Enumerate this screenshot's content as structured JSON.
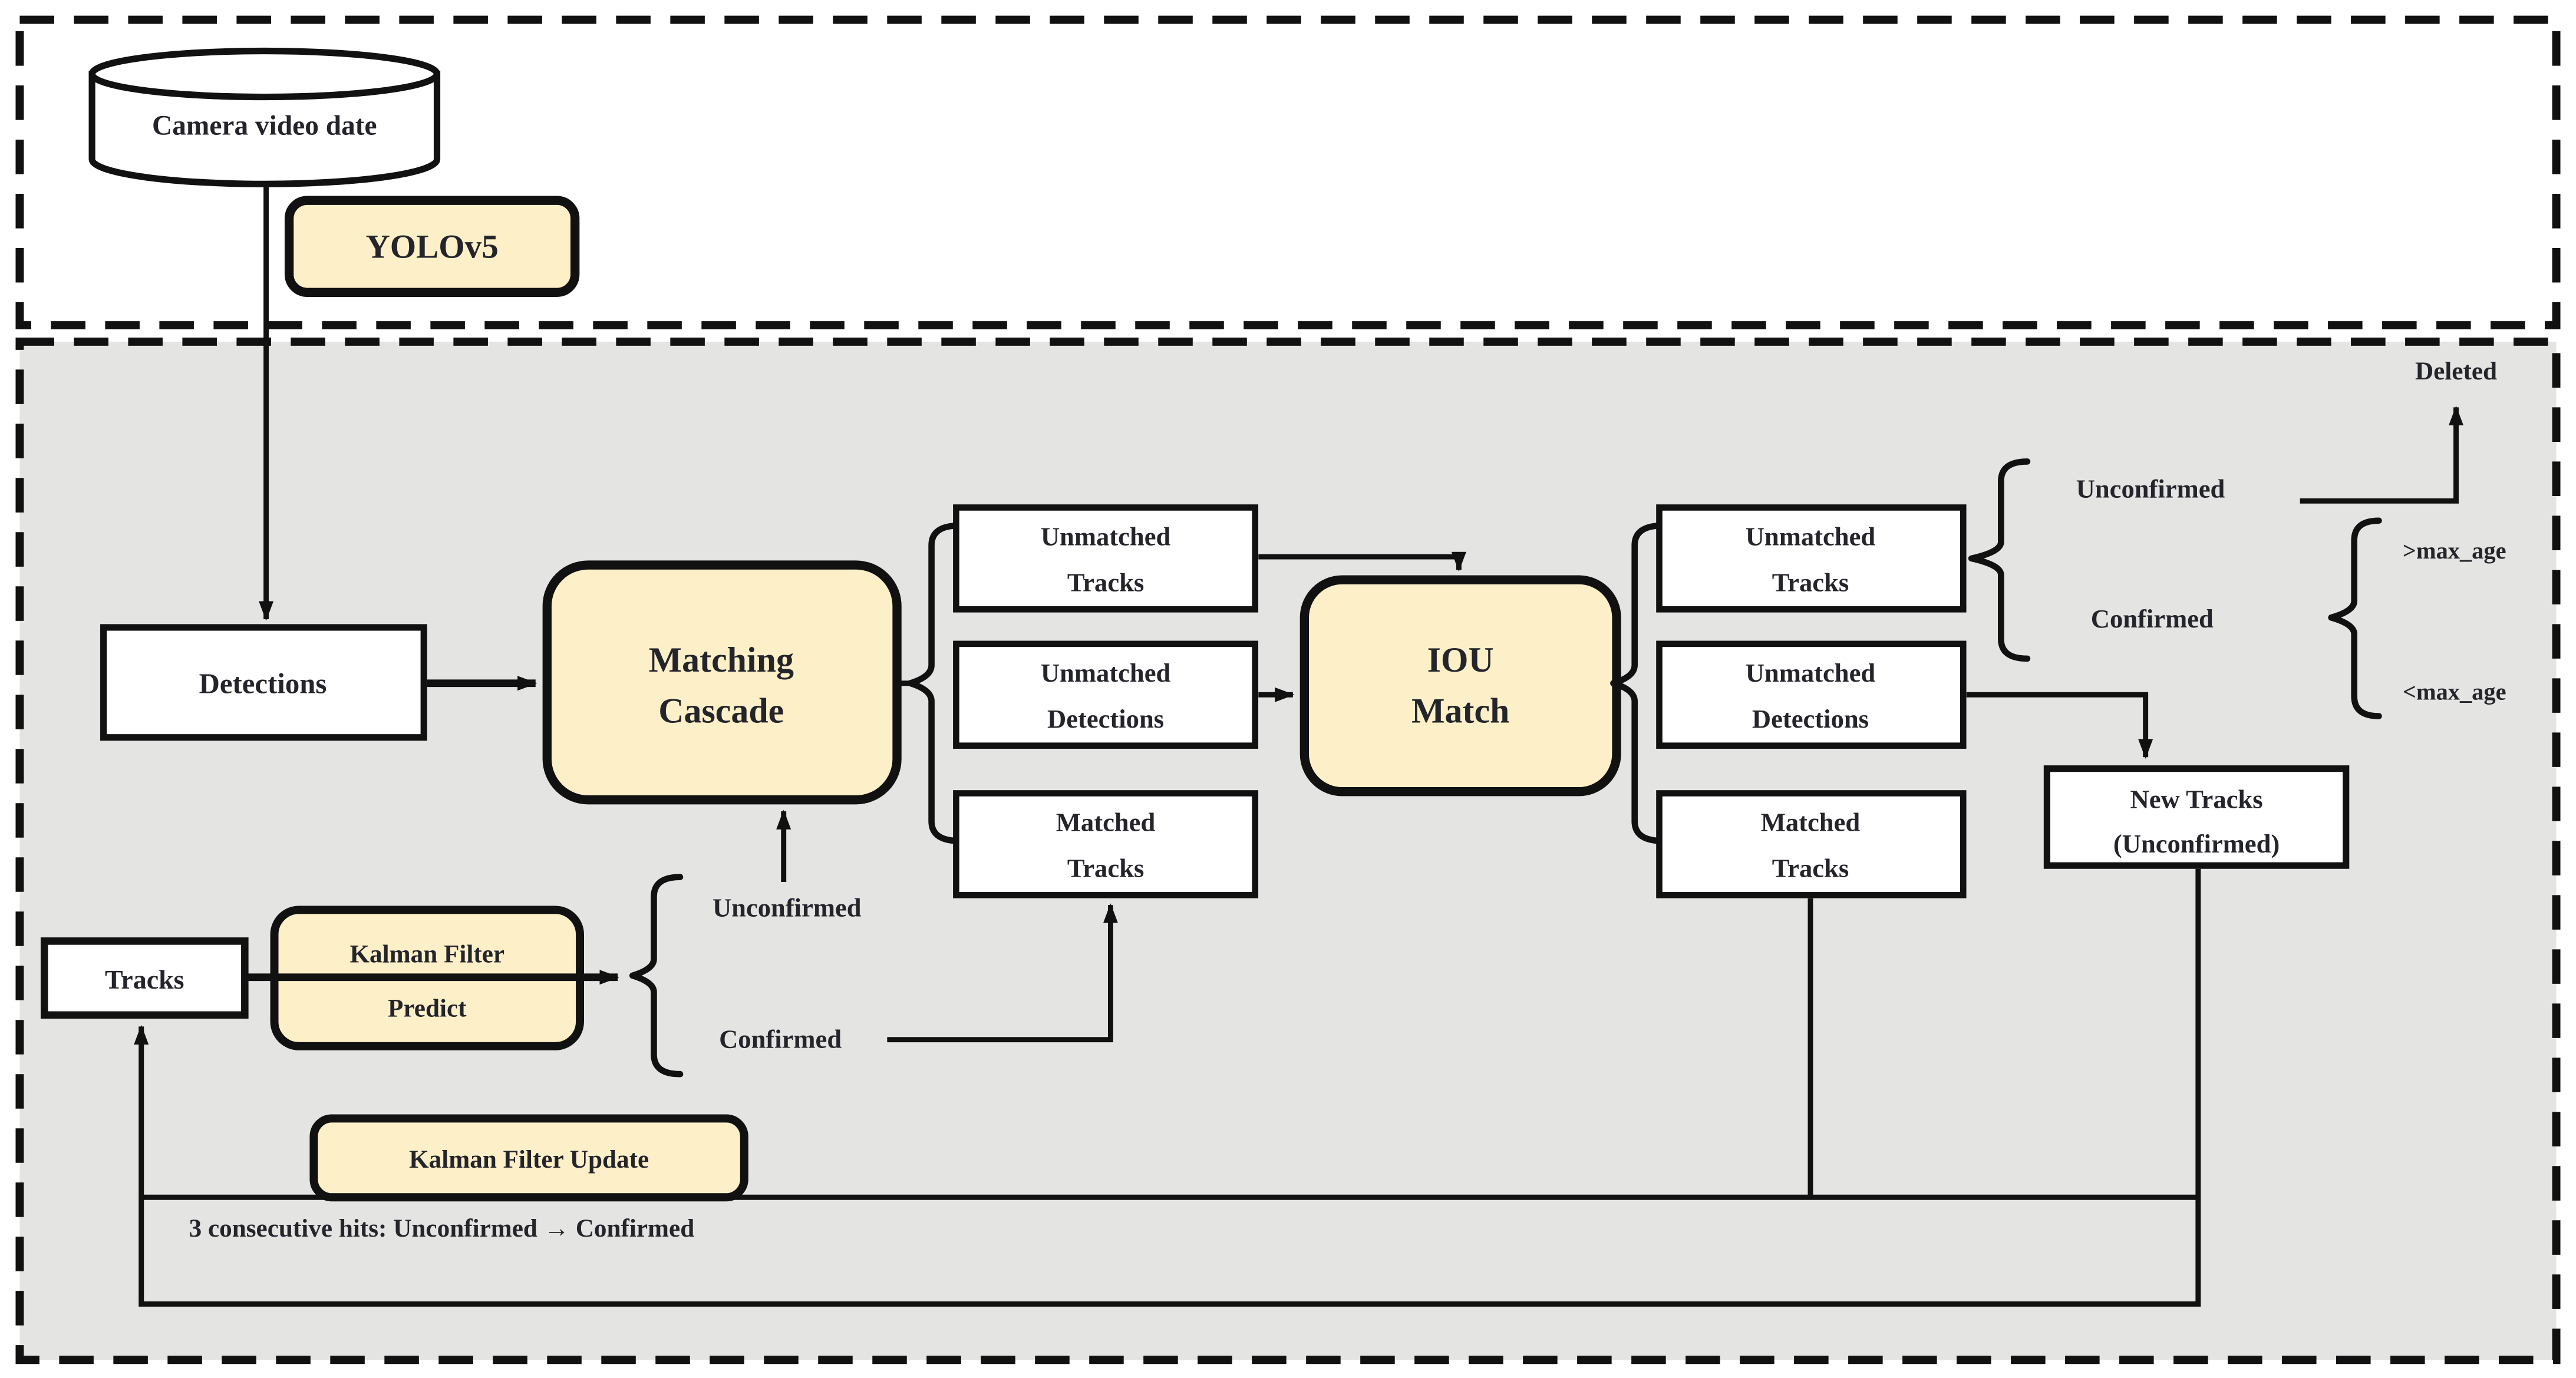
{
  "diagram": {
    "top": {
      "camera": "Camera video date",
      "yolo": "YOLOv5"
    },
    "nodes": {
      "detections": "Detections",
      "matching_cascade": {
        "l1": "Matching",
        "l2": "Cascade"
      },
      "unmatched_tracks_1": {
        "l1": "Unmatched",
        "l2": "Tracks"
      },
      "unmatched_detections_1": {
        "l1": "Unmatched",
        "l2": "Detections"
      },
      "matched_tracks_1": {
        "l1": "Matched",
        "l2": "Tracks"
      },
      "iou_match": {
        "l1": "IOU",
        "l2": "Match"
      },
      "unmatched_tracks_2": {
        "l1": "Unmatched",
        "l2": "Tracks"
      },
      "unmatched_detections_2": {
        "l1": "Unmatched",
        "l2": "Detections"
      },
      "matched_tracks_2": {
        "l1": "Matched",
        "l2": "Tracks"
      },
      "new_tracks": {
        "l1": "New Tracks",
        "l2": "(Unconfirmed)"
      },
      "tracks": "Tracks",
      "kalman_predict": {
        "l1": "Kalman Filter",
        "l2": "Predict"
      },
      "kalman_update": "Kalman Filter Update"
    },
    "labels": {
      "deleted": "Deleted",
      "unconfirmed_right": "Unconfirmed",
      "confirmed_right": "Confirmed",
      "gt_max_age": ">max_age",
      "lt_max_age": "<max_age",
      "unconfirmed_left": "Unconfirmed",
      "confirmed_left": "Confirmed",
      "note": "3 consecutive hits: Unconfirmed  → Confirmed"
    },
    "colors": {
      "process_fill": "#fdf0c8",
      "section_bg": "#e4e4e3",
      "stroke": "#111111",
      "text": "#24242b"
    }
  }
}
